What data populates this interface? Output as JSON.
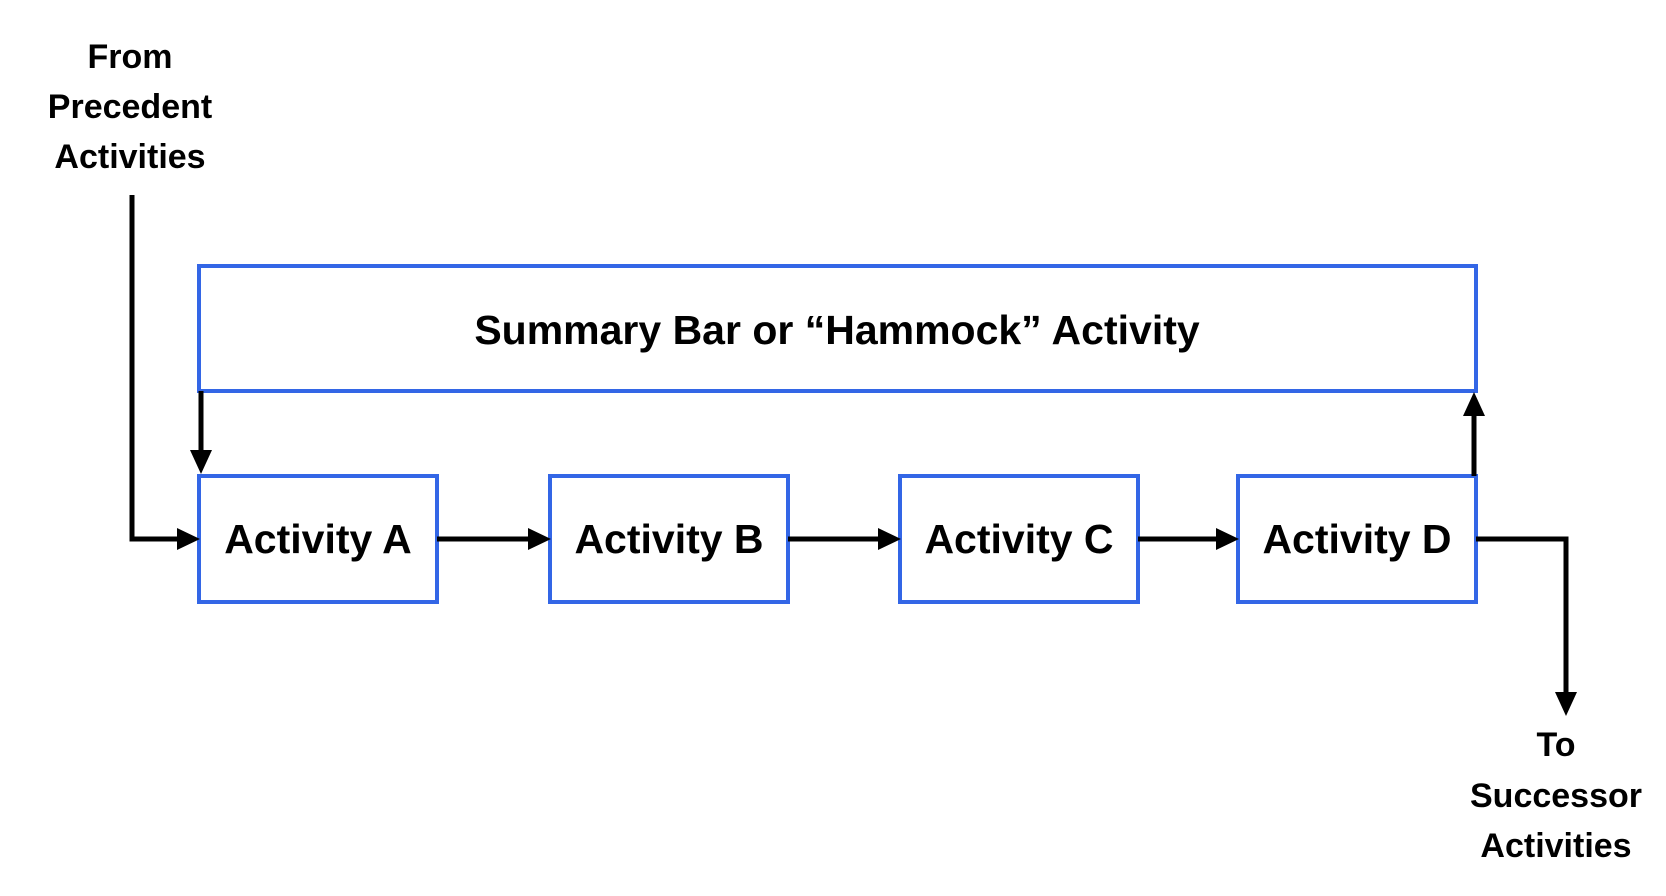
{
  "summary": {
    "label": "Summary Bar or “Hammock” Activity"
  },
  "activities": [
    {
      "label": "Activity  A"
    },
    {
      "label": "Activity  B"
    },
    {
      "label": "Activity  C"
    },
    {
      "label": "Activity  D"
    }
  ],
  "source": {
    "lines": [
      "From",
      "Precedent",
      "Activities"
    ]
  },
  "sink": {
    "lines": [
      "To",
      "Successor",
      "Activities"
    ]
  },
  "colors": {
    "box_border": "#3366e6",
    "arrow": "#000000",
    "text": "#000000"
  }
}
